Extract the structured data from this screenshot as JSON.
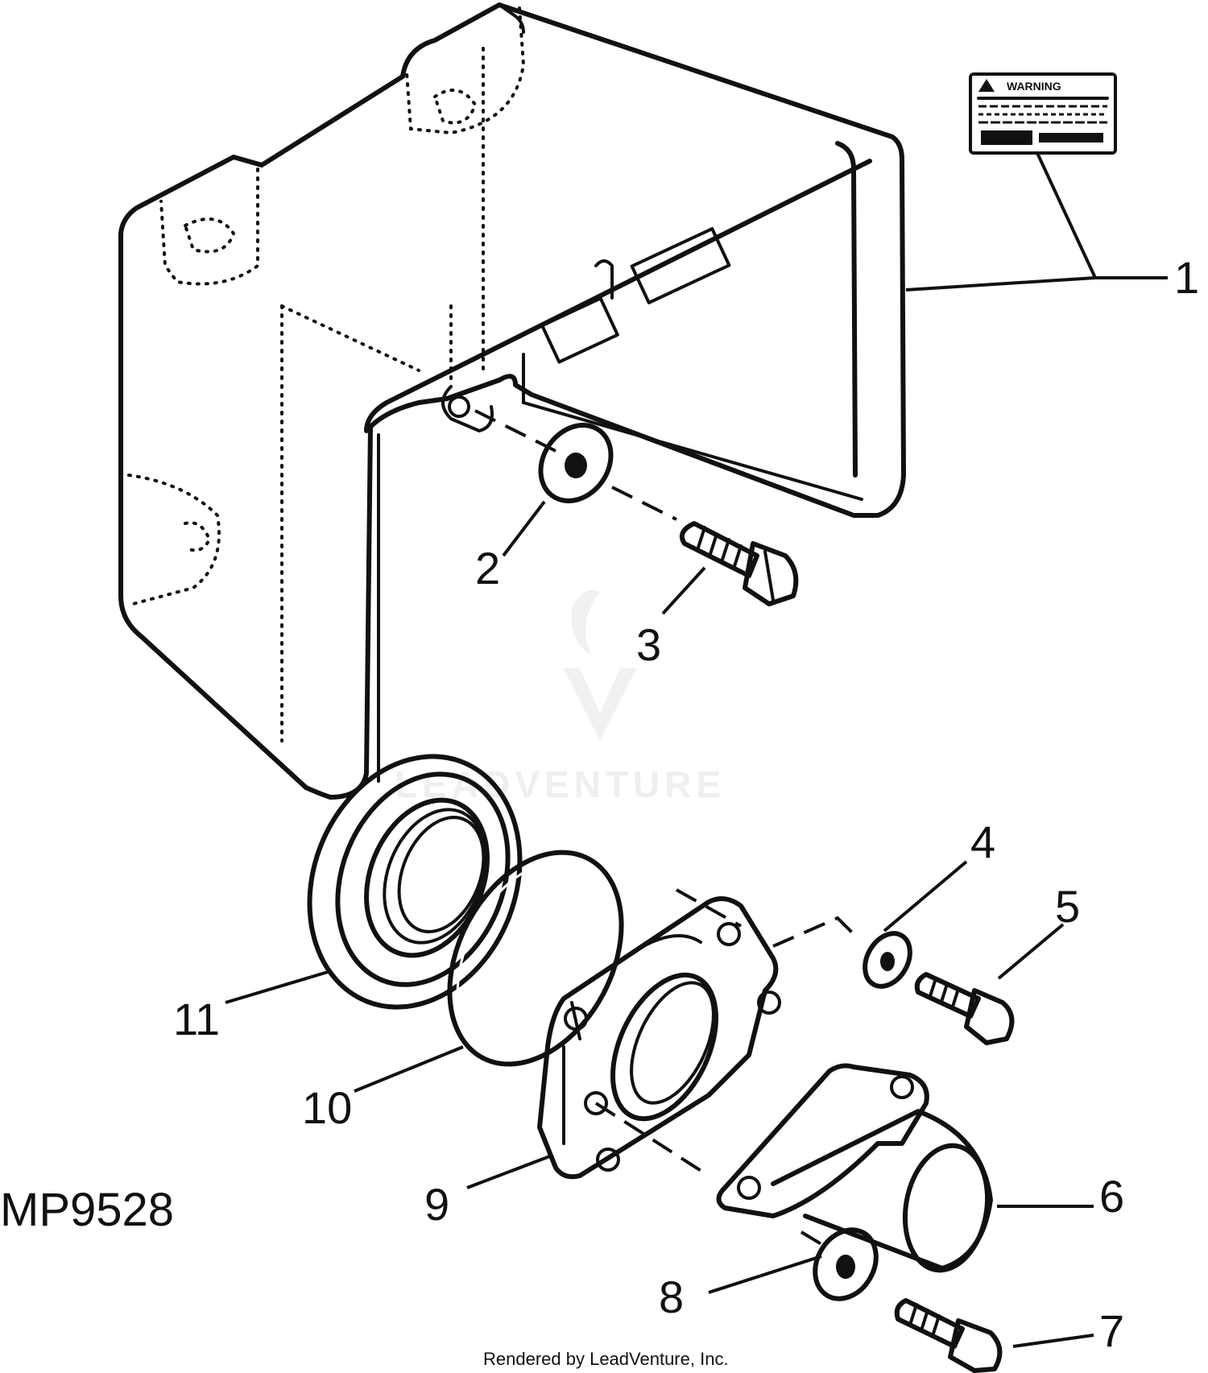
{
  "diagram": {
    "figure_id": "MP9528",
    "credit": "Rendered by LeadVenture, Inc.",
    "watermark": "LEADVENTURE",
    "decal_heading": "WARNING",
    "callouts": [
      "1",
      "2",
      "3",
      "4",
      "5",
      "6",
      "7",
      "8",
      "9",
      "10",
      "11"
    ]
  }
}
